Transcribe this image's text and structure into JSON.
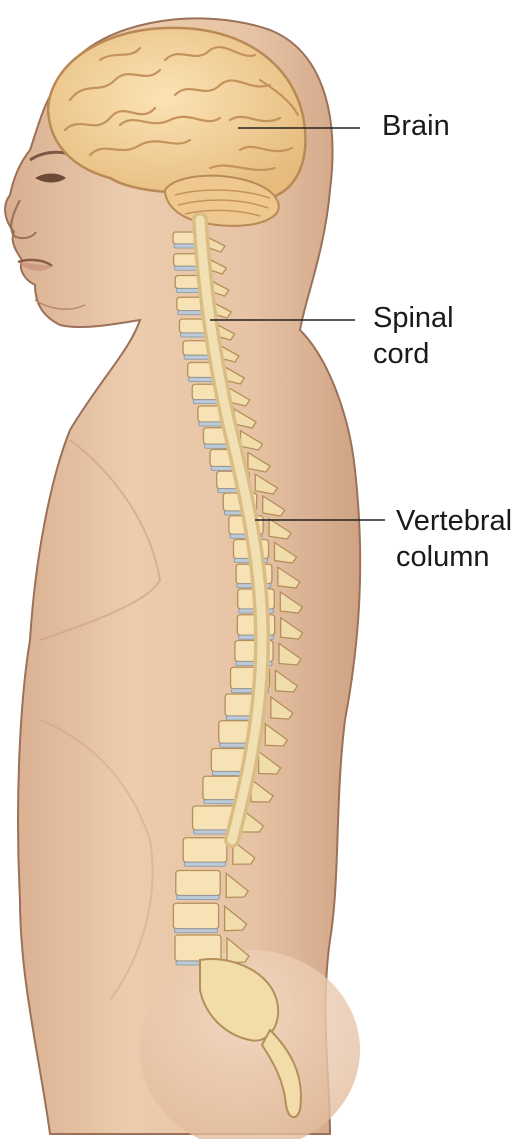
{
  "labels": {
    "brain": "Brain",
    "spinal_cord": [
      "Spinal",
      "cord"
    ],
    "vertebral_column": [
      "Vertebral",
      "column"
    ]
  },
  "colors": {
    "skin": "#e8c7a8",
    "skin_shadow": "#c99f82",
    "skin_outline": "#9b7158",
    "brain": "#f3d29c",
    "brain_outline": "#b98a55",
    "vertebra": "#f6e2b4",
    "disc": "#bcc9d6",
    "spinal_cord": "#ead6a4",
    "leader_line": "#222222"
  },
  "icons": [
    "human-torso-illustration",
    "brain-illustration",
    "spine-illustration"
  ]
}
